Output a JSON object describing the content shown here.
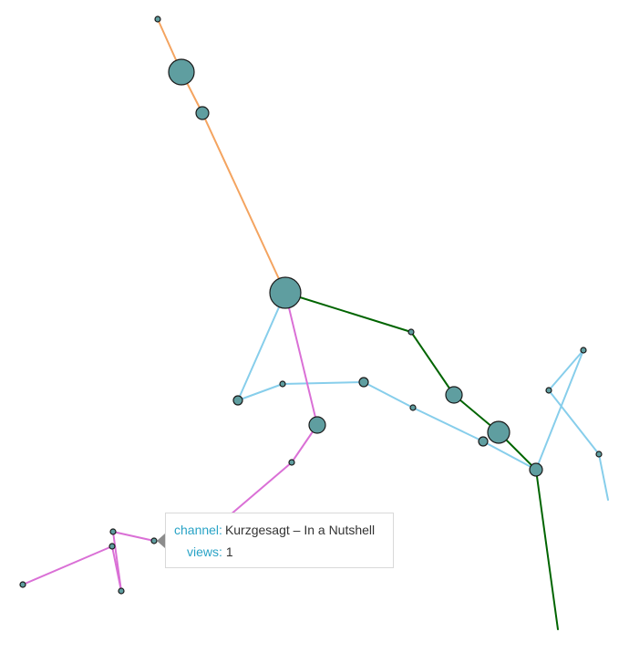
{
  "colors": {
    "node_fill": "#5f9ea0",
    "node_stroke": "#1a1a1a",
    "orange": "#f4a460",
    "green": "#006400",
    "blue": "#87ceeb",
    "purple": "#da70d6"
  },
  "tooltip": {
    "channel_key": "channel:",
    "channel_value": "Kurzgesagt – In a Nutshell",
    "views_key": "views:",
    "views_value": "1"
  }
}
